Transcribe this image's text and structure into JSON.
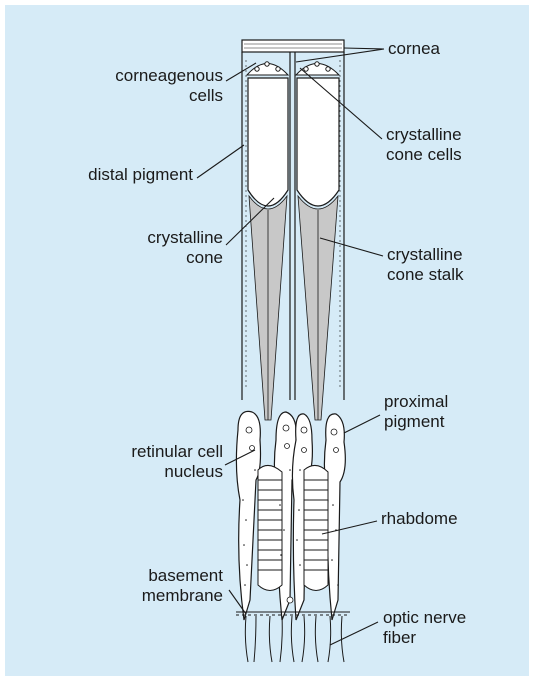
{
  "figure": {
    "background": "#d6ebf7",
    "line_color": "#1a1a1a",
    "cone_fill": "#c8c8c8",
    "labels": {
      "cornea": "cornea",
      "corneagenous_1": "corneagenous",
      "corneagenous_2": "cells",
      "crystalline_cone_cells_1": "crystalline",
      "crystalline_cone_cells_2": "cone cells",
      "distal_pigment": "distal pigment",
      "crystalline_cone_1": "crystalline",
      "crystalline_cone_2": "cone",
      "crystalline_cone_stalk_1": "crystalline",
      "crystalline_cone_stalk_2": "cone stalk",
      "proximal_pigment_1": "proximal",
      "proximal_pigment_2": "pigment",
      "retinular_nucleus_1": "retinular cell",
      "retinular_nucleus_2": "nucleus",
      "rhabdome": "rhabdome",
      "basement_membrane_1": "basement",
      "basement_membrane_2": "membrane",
      "optic_nerve_fiber_1": "optic nerve",
      "optic_nerve_fiber_2": "fiber"
    }
  }
}
